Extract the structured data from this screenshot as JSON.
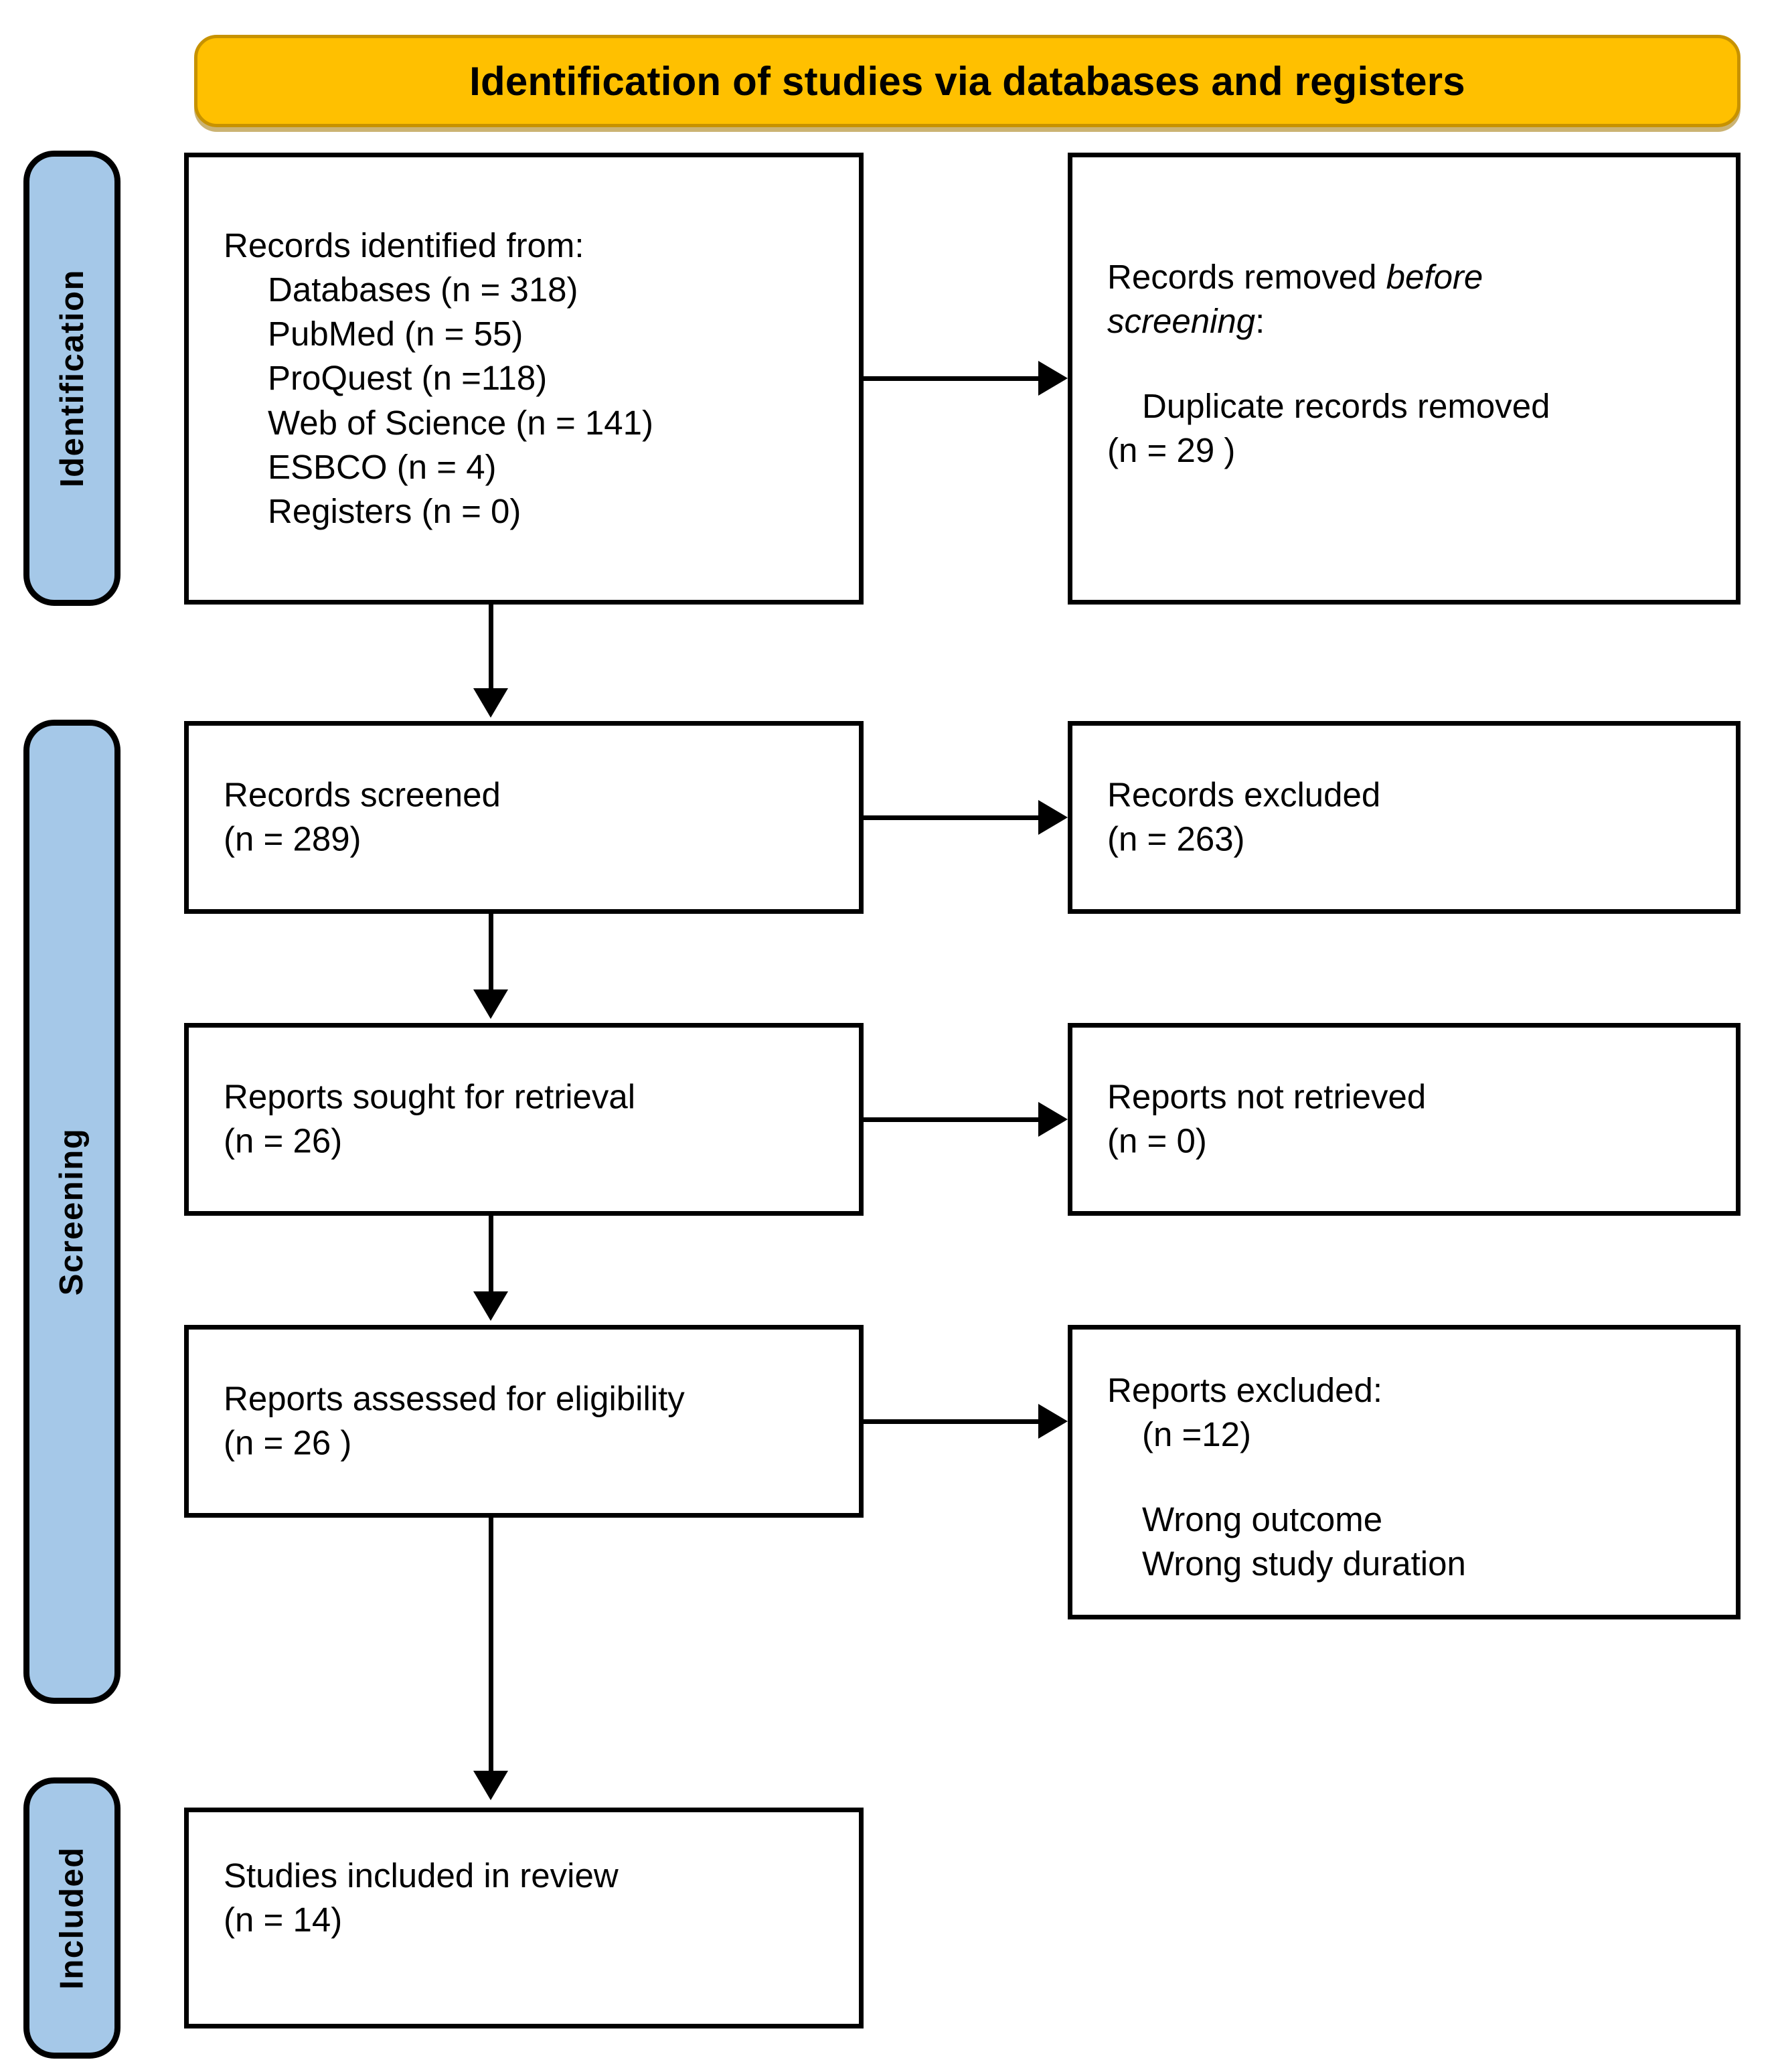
{
  "header": {
    "title": "Identification of studies via databases and registers",
    "bg_color": "#FFC000"
  },
  "phases": {
    "accent_color": "#A5C8E8",
    "identification": "Identification",
    "screening": "Screening",
    "included": "Included"
  },
  "nodes": {
    "records_identified": {
      "heading": "Records identified from:",
      "items": [
        "Databases (n = 318)",
        "PubMed (n = 55)",
        "ProQuest (n =118)",
        "Web of Science (n = 141)",
        "ESBCO (n = 4)",
        "Registers (n = 0)"
      ]
    },
    "records_removed": {
      "line1_prefix": "Records removed ",
      "line1_italic": "before",
      "line2_italic": "screening",
      "line2_suffix": ":",
      "detail_line1": "Duplicate records removed",
      "detail_line2": "(n = 29 )"
    },
    "records_screened": {
      "line1": "Records screened",
      "line2": "(n = 289)"
    },
    "records_excluded": {
      "line1": "Records excluded",
      "line2": "(n = 263)"
    },
    "reports_sought": {
      "line1": "Reports sought for retrieval",
      "line2": "(n = 26)"
    },
    "reports_not_retrieved": {
      "line1": "Reports not retrieved",
      "line2": "(n = 0)"
    },
    "reports_assessed": {
      "line1": "Reports assessed for eligibility",
      "line2": "(n = 26 )"
    },
    "reports_excluded": {
      "line1": "Reports excluded:",
      "line2": "(n =12)",
      "reason1": "Wrong outcome",
      "reason2": "Wrong study duration"
    },
    "studies_included": {
      "line1": "Studies included in review",
      "line2": "(n = 14)"
    }
  }
}
